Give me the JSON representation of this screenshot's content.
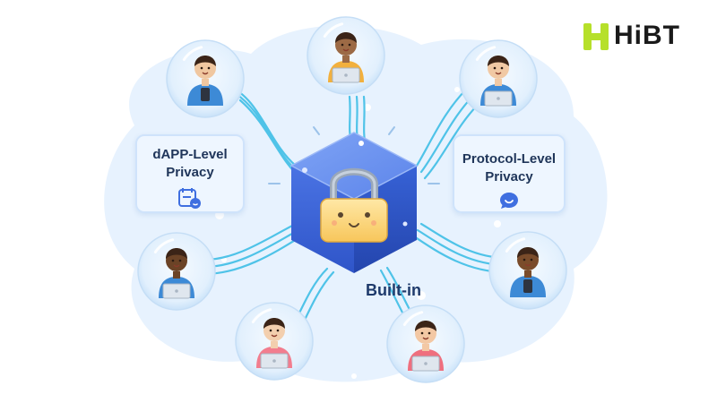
{
  "logo": {
    "text": "HiBT",
    "color": "#b6e02a"
  },
  "nodes": {
    "dapp_level": {
      "line1": "dAPP-Level",
      "line2": "Privacy",
      "icon": "calendar-smile-icon"
    },
    "protocol_level": {
      "line1": "Protocol-Level",
      "line2": "Privacy",
      "icon": "chat-smile-icon"
    },
    "center": {
      "icon": "padlock-icon",
      "color": "#3f6fe0"
    },
    "built_in": "Built-in"
  },
  "users": [
    {
      "device": "phone",
      "skin": "#f0c7a0",
      "shirt": "#3d8ad6"
    },
    {
      "device": "laptop",
      "skin": "#9c6a45",
      "shirt": "#f2b03d"
    },
    {
      "device": "laptop",
      "skin": "#f1c9a4",
      "shirt": "#3d8ad6"
    },
    {
      "device": "laptop",
      "skin": "#6b4326",
      "shirt": "#3d8ad6"
    },
    {
      "device": "laptop",
      "skin": "#f3cfae",
      "shirt": "#f27d8e"
    },
    {
      "device": "laptop",
      "skin": "#f3c8a4",
      "shirt": "#ef6f7e"
    },
    {
      "device": "phone",
      "skin": "#7a4c2b",
      "shirt": "#3d8ad6"
    }
  ],
  "colors": {
    "connector": "#4fc3e8",
    "bubble": "#e3f1fd",
    "cloud": "#dbeeff"
  }
}
